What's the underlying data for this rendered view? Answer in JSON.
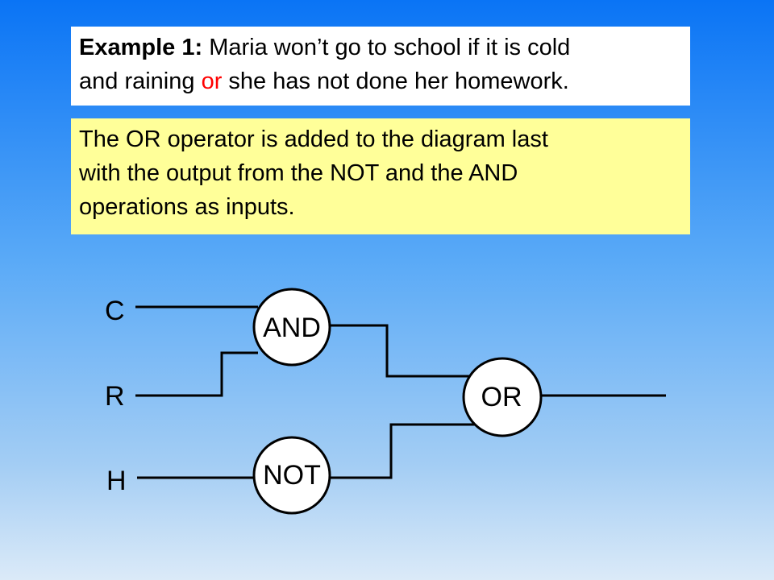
{
  "example": {
    "bold_label": "Example 1:",
    "text_line1": " Maria won’t go to school if it is cold",
    "text_line2a": "and raining ",
    "highlight": "or",
    "text_line2b": " she has not done her homework."
  },
  "note": {
    "line1": "The OR operator is added to the diagram last",
    "line2": "with the output from the NOT and the AND",
    "line3": "operations as inputs."
  },
  "diagram": {
    "inputs": {
      "c": "C",
      "r": "R",
      "h": "H"
    },
    "gates": {
      "and": "AND",
      "not": "NOT",
      "or": "OR"
    }
  },
  "colors": {
    "highlight": "#ff0000",
    "note_background": "#ffff99",
    "example_background": "#ffffff"
  }
}
